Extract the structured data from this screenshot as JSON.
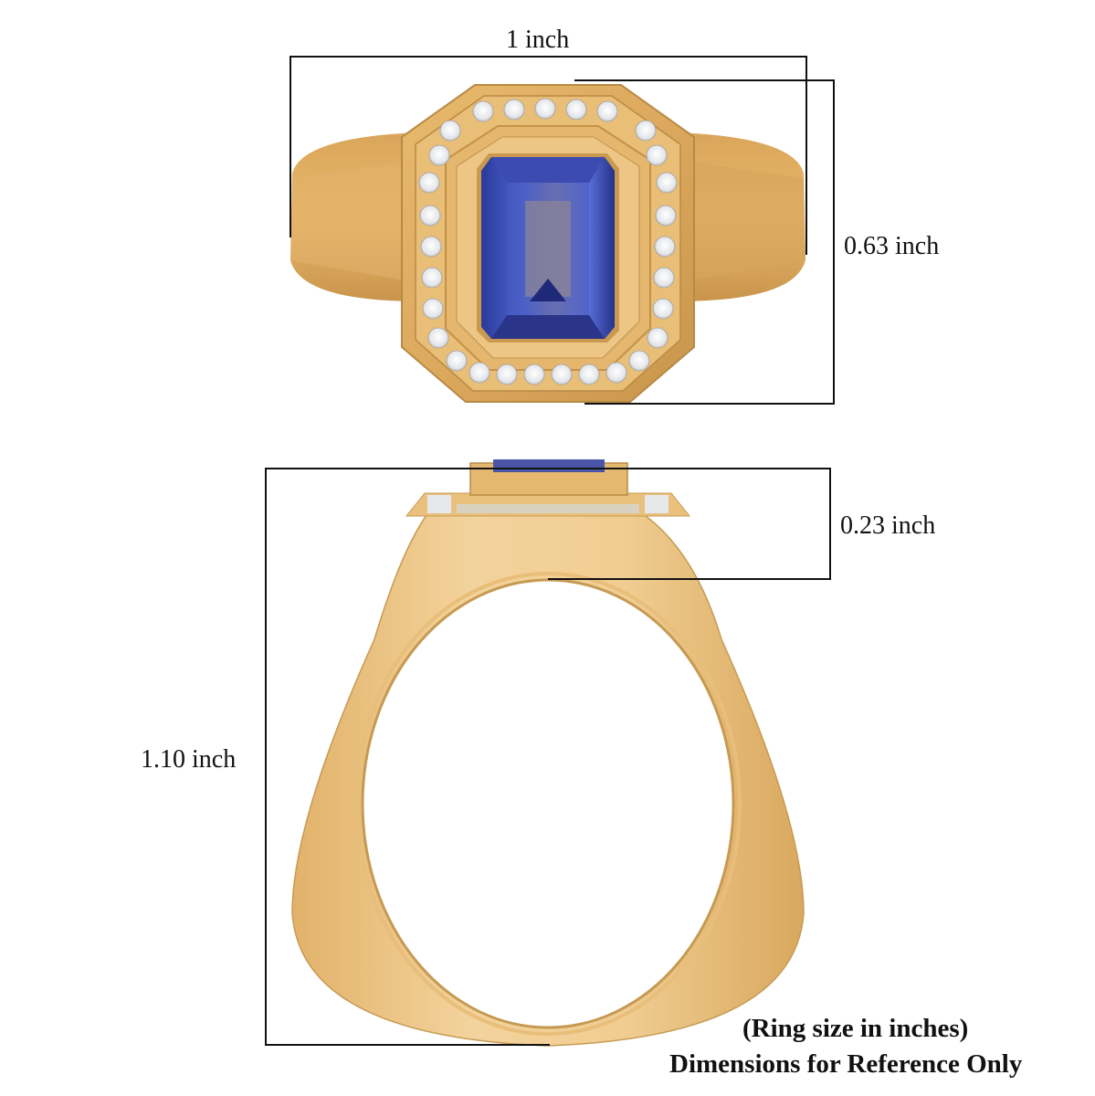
{
  "top_view": {
    "width_label": "1 inch",
    "height_label": "0.63 inch",
    "stone_shape": "emerald-cut",
    "halo_stone_count": 30
  },
  "side_view": {
    "height_label": "0.23 inch",
    "overall_height_label": "1.10 inch"
  },
  "footer": {
    "line1": "(Ring size in inches)",
    "line2": "Dimensions for Reference Only"
  },
  "colors": {
    "gold": "#E6B466",
    "gold_light": "#F3D29A",
    "gold_dark": "#B98A3E",
    "stone_blue": "#3A4FB8",
    "stone_dark": "#1E2A78",
    "line": "#111111"
  }
}
